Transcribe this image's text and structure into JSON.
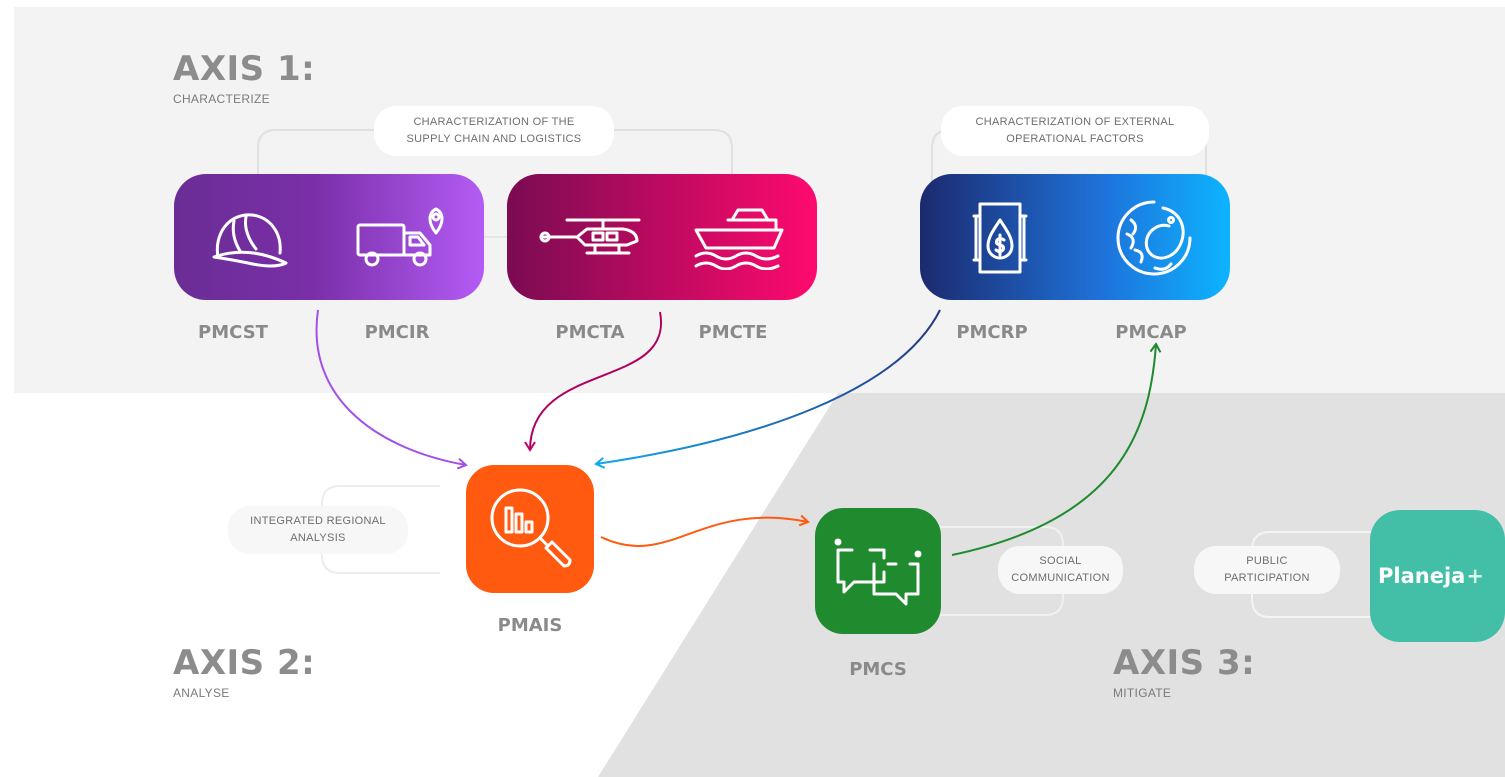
{
  "axes": [
    {
      "title": "AXIS 1:",
      "subtitle": "CHARACTERIZE"
    },
    {
      "title": "AXIS 2:",
      "subtitle": "ANALYSE"
    },
    {
      "title": "AXIS 3:",
      "subtitle": "MITIGATE"
    }
  ],
  "group_labels": {
    "supply_chain": "CHARACTERIZATION OF THE\nSUPPLY CHAIN AND LOGISTICS",
    "external": "CHARACTERIZATION OF EXTERNAL\nOPERATIONAL FACTORS",
    "regional": "INTEGRATED REGIONAL\nANALYSIS",
    "social": "SOCIAL\nCOMMUNICATION",
    "public": "PUBLIC\nPARTICIPATION"
  },
  "programs": [
    {
      "code": "PMCST",
      "icon": "hard-hat-icon"
    },
    {
      "code": "PMCIR",
      "icon": "truck-location-icon"
    },
    {
      "code": "PMCTA",
      "icon": "helicopter-icon"
    },
    {
      "code": "PMCTE",
      "icon": "ship-icon"
    },
    {
      "code": "PMCRP",
      "icon": "oil-barrel-icon"
    },
    {
      "code": "PMCAP",
      "icon": "fish-icon"
    },
    {
      "code": "PMAIS",
      "icon": "chart-magnifier-icon"
    },
    {
      "code": "PMCS",
      "icon": "chat-bubbles-icon"
    }
  ],
  "logo": {
    "text": "Planeja",
    "mark": "+"
  },
  "colors": {
    "axis1_bg": "#f3f3f3",
    "axis3_bg": "#e1e1e1",
    "purple": "#8a3fc4",
    "magenta": "#d1006a",
    "blue": "#1a5fc0",
    "orange": "#ff5a10",
    "green": "#1f8a2e",
    "teal": "#43bfa8"
  }
}
